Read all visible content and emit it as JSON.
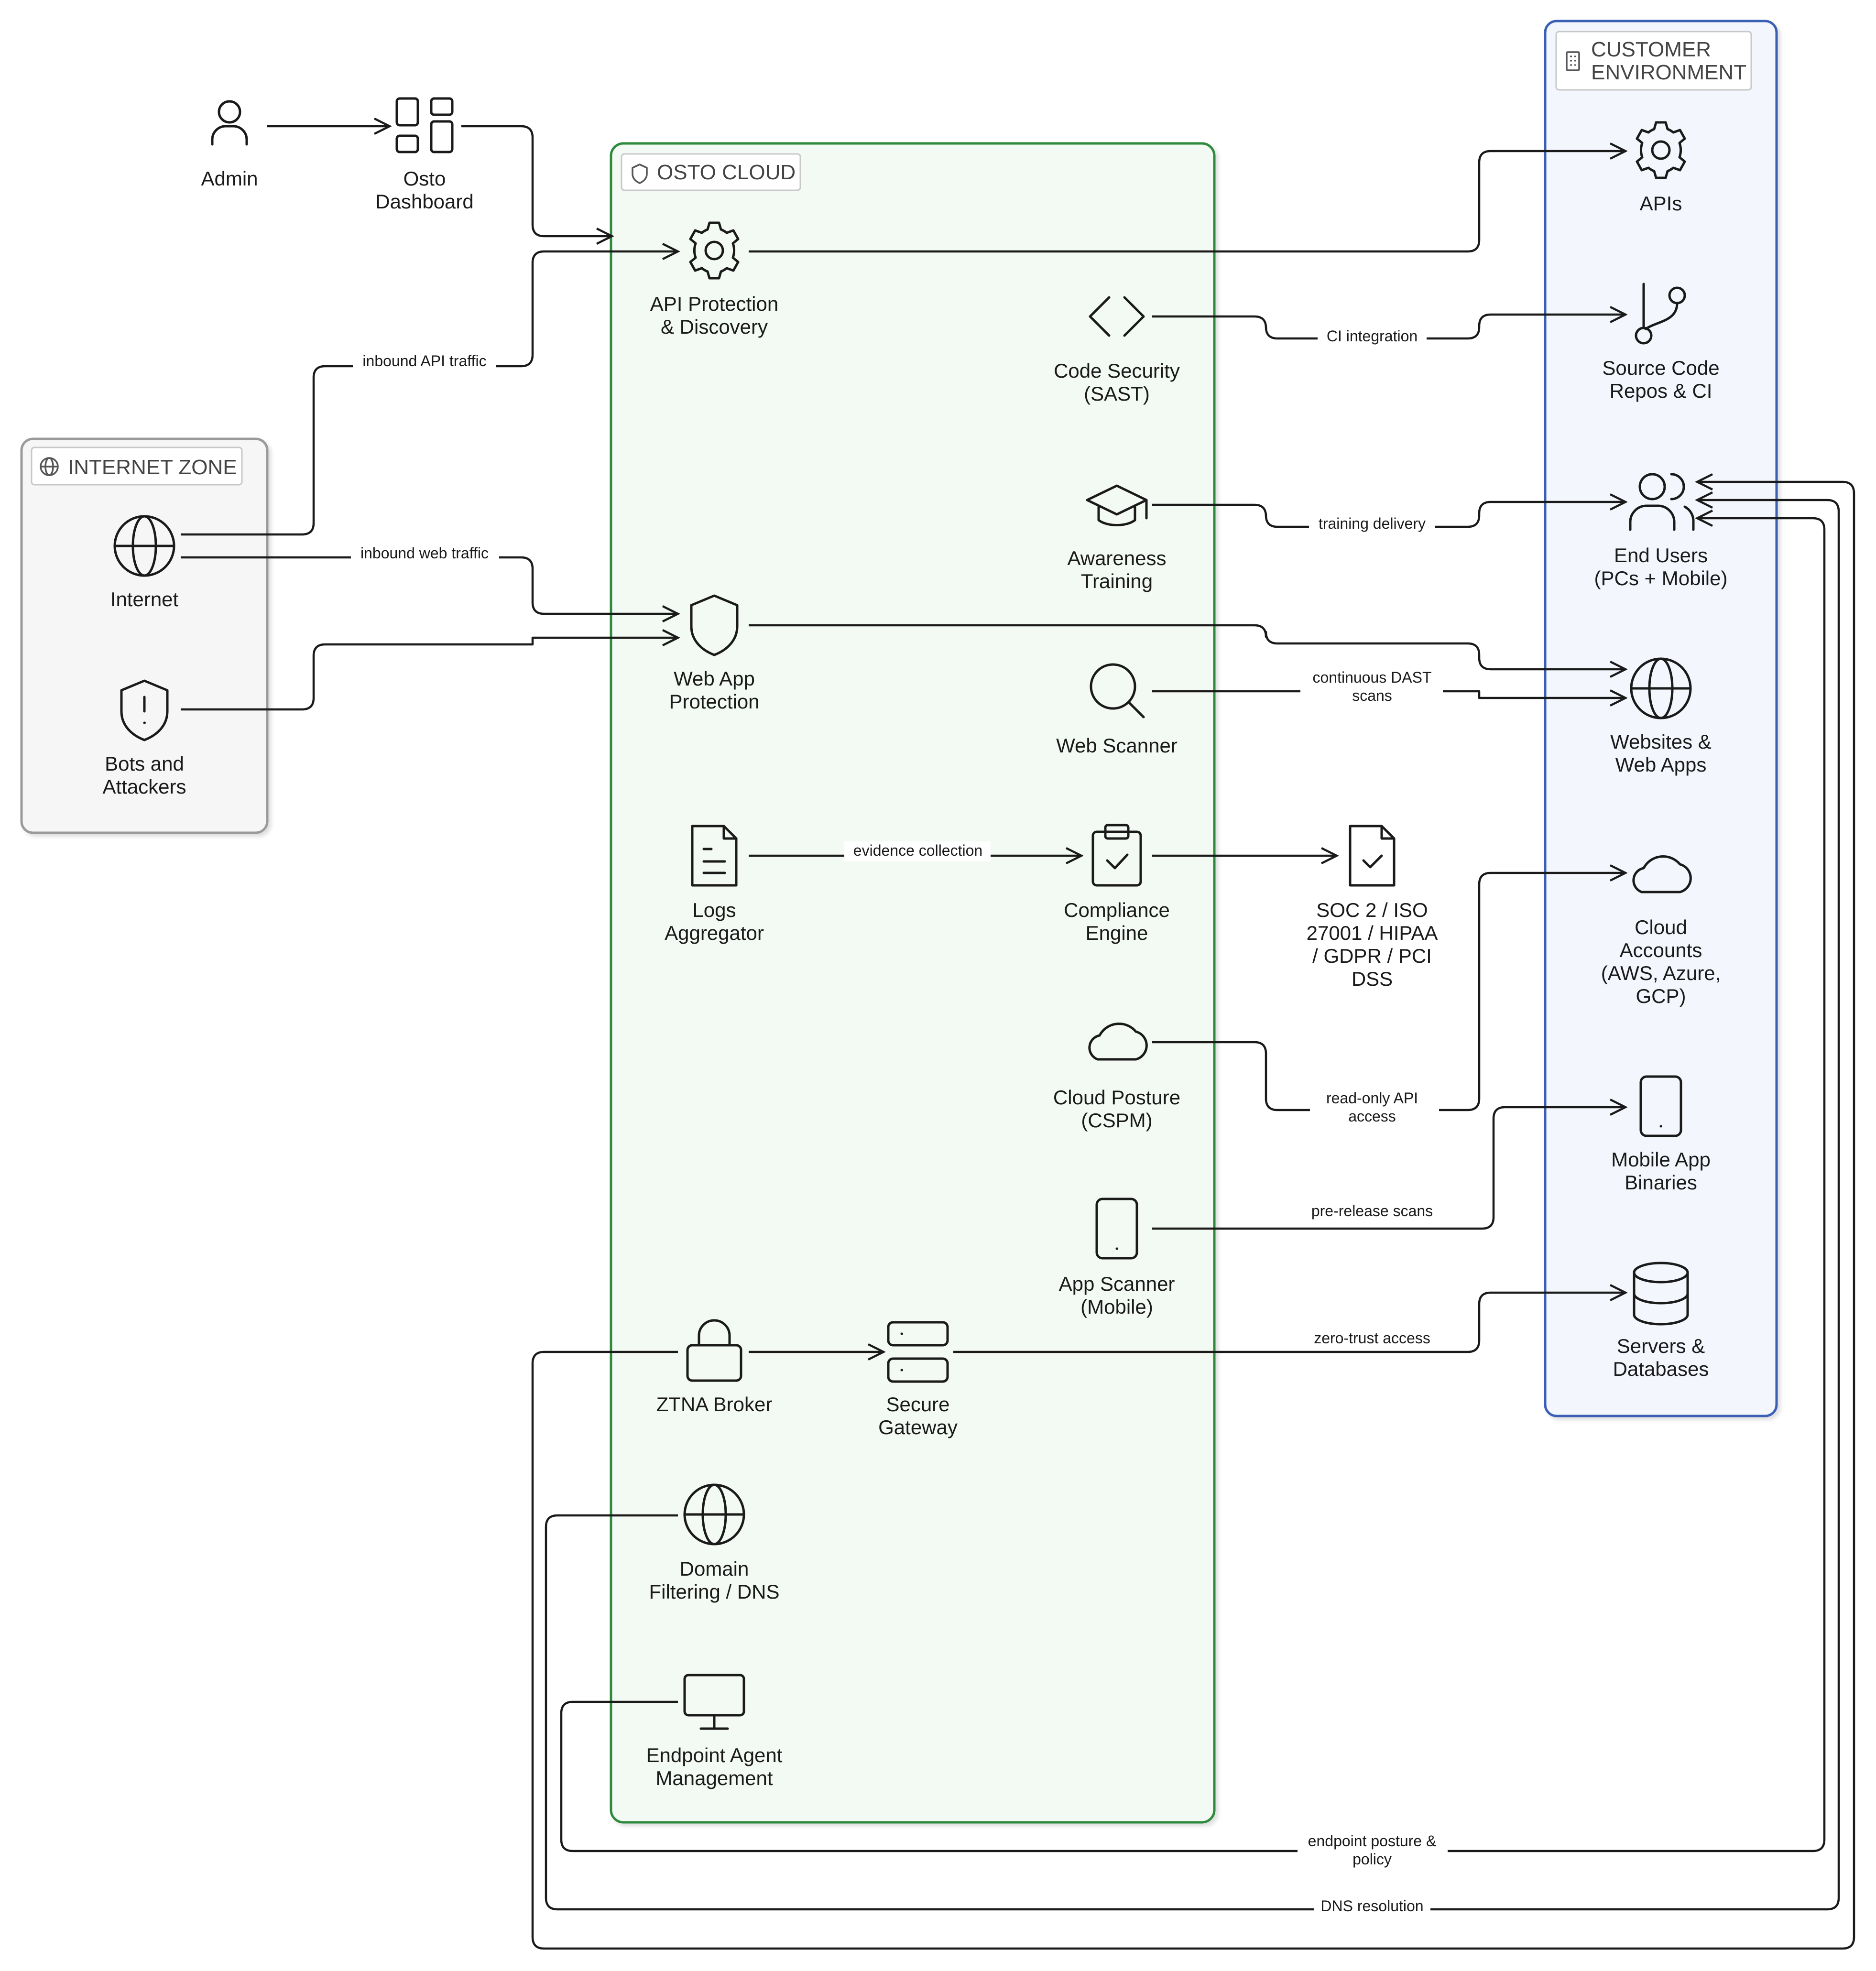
{
  "zones": {
    "internet": {
      "title": "INTERNET ZONE",
      "icon": "globe-icon",
      "border_color": "#999999",
      "fill_color": "#f6f6f6"
    },
    "osto": {
      "title": "OSTO CLOUD",
      "icon": "shield-icon",
      "border_color": "#2e8b3e",
      "fill_color": "#f3f9f3"
    },
    "customer": {
      "title_line1": "CUSTOMER",
      "title_line2": "ENVIRONMENT",
      "icon": "building-icon",
      "border_color": "#3a5fb5",
      "fill_color": "#f3f6fc"
    }
  },
  "nodes": {
    "admin": {
      "line1": "Admin",
      "icon": "user-icon"
    },
    "dashboard": {
      "line1": "Osto",
      "line2": "Dashboard",
      "icon": "dashboard-icon"
    },
    "api_protection": {
      "line1": "API Protection",
      "line2": "& Discovery",
      "icon": "gear-icon"
    },
    "code_security": {
      "line1": "Code Security",
      "line2": "(SAST)",
      "icon": "code-icon"
    },
    "awareness": {
      "line1": "Awareness",
      "line2": "Training",
      "icon": "graduation-cap-icon"
    },
    "web_app_protection": {
      "line1": "Web App",
      "line2": "Protection",
      "icon": "shield-icon"
    },
    "web_scanner": {
      "line1": "Web Scanner",
      "icon": "search-icon"
    },
    "logs": {
      "line1": "Logs",
      "line2": "Aggregator",
      "icon": "document-icon"
    },
    "compliance": {
      "line1": "Compliance",
      "line2": "Engine",
      "icon": "clipboard-check-icon"
    },
    "soc2": {
      "line1": "SOC 2 / ISO",
      "line2": "27001 / HIPAA",
      "line3": "/ GDPR / PCI",
      "line4": "DSS",
      "icon": "file-check-icon"
    },
    "cloud_posture": {
      "line1": "Cloud Posture",
      "line2": "(CSPM)",
      "icon": "cloud-icon"
    },
    "app_scanner": {
      "line1": "App Scanner",
      "line2": "(Mobile)",
      "icon": "smartphone-icon"
    },
    "ztna": {
      "line1": "ZTNA Broker",
      "icon": "lock-icon"
    },
    "secure_gateway": {
      "line1": "Secure",
      "line2": "Gateway",
      "icon": "server-icon"
    },
    "domain_filtering": {
      "line1": "Domain",
      "line2": "Filtering / DNS",
      "icon": "globe-icon"
    },
    "endpoint_agent": {
      "line1": "Endpoint Agent",
      "line2": "Management",
      "icon": "monitor-icon"
    },
    "internet": {
      "line1": "Internet",
      "icon": "globe-icon"
    },
    "bots": {
      "line1": "Bots and",
      "line2": "Attackers",
      "icon": "shield-alert-icon"
    },
    "apis": {
      "line1": "APIs",
      "icon": "gear-icon"
    },
    "source_code": {
      "line1": "Source Code",
      "line2": "Repos & CI",
      "icon": "git-branch-icon"
    },
    "end_users": {
      "line1": "End Users",
      "line2": "(PCs + Mobile)",
      "icon": "users-icon"
    },
    "websites": {
      "line1": "Websites &",
      "line2": "Web Apps",
      "icon": "globe-icon"
    },
    "cloud_accounts": {
      "line1": "Cloud",
      "line2": "Accounts",
      "line3": "(AWS, Azure,",
      "line4": "GCP)",
      "icon": "cloud-icon"
    },
    "mobile_binaries": {
      "line1": "Mobile App",
      "line2": "Binaries",
      "icon": "smartphone-icon"
    },
    "servers": {
      "line1": "Servers &",
      "line2": "Databases",
      "icon": "database-icon"
    }
  },
  "edges": {
    "inbound_api": {
      "line1": "inbound API traffic"
    },
    "inbound_web": {
      "line1": "inbound web traffic"
    },
    "ci_integration": {
      "line1": "CI integration"
    },
    "training_delivery": {
      "line1": "training delivery"
    },
    "dast": {
      "line1": "continuous DAST",
      "line2": "scans"
    },
    "evidence": {
      "line1": "evidence collection"
    },
    "readonly_api": {
      "line1": "read-only API",
      "line2": "access"
    },
    "prerelease": {
      "line1": "pre-release scans"
    },
    "zero_trust": {
      "line1": "zero-trust access"
    },
    "endpoint_posture": {
      "line1": "endpoint posture &",
      "line2": "policy"
    },
    "dns_resolution": {
      "line1": "DNS resolution"
    }
  }
}
